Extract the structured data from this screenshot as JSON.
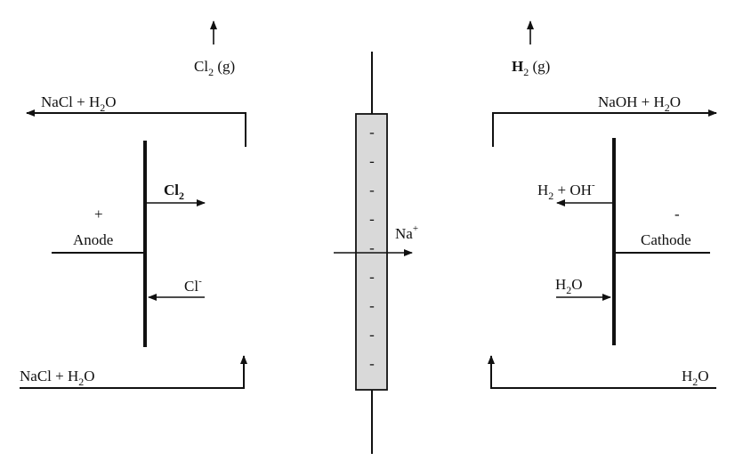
{
  "anode_side": {
    "gas_out": {
      "main": "Cl",
      "sub": "2",
      "state": " (g)"
    },
    "brine_out": {
      "pre": "NaCl + H",
      "sub": "2",
      "post": "O"
    },
    "brine_in": {
      "pre": "NaCl + H",
      "sub": "2",
      "post": "O"
    },
    "sign": "+",
    "electrode_label": "Anode",
    "product": {
      "main": "Cl",
      "sub": "2"
    },
    "ion_in": {
      "main": "Cl",
      "sup": "-"
    }
  },
  "membrane": {
    "charge_marks": [
      "-",
      "-",
      "-",
      "-",
      "-",
      "-",
      "-",
      "-",
      "-"
    ],
    "ion": {
      "main": "Na",
      "sup": "+"
    }
  },
  "cathode_side": {
    "gas_out": {
      "main": "H",
      "sub": "2",
      "state": " (g)"
    },
    "solution_out": {
      "pre": "NaOH + H",
      "sub": "2",
      "post": "O"
    },
    "water_in": {
      "pre": "H",
      "sub": "2",
      "post": "O"
    },
    "sign": "-",
    "electrode_label": "Cathode",
    "products": {
      "a": "H",
      "a_sub": "2",
      "mid": " + OH",
      "sup": "-"
    },
    "reactant": {
      "pre": "H",
      "sub": "2",
      "post": "O"
    }
  },
  "colors": {
    "ink": "#111111",
    "membrane_fill": "#d9d9d9",
    "background": "#ffffff"
  }
}
